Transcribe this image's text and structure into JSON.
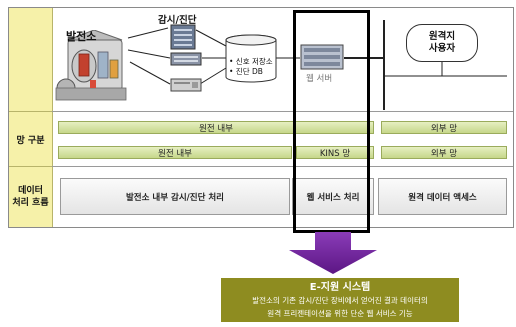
{
  "diagram": {
    "top_section": {
      "plant_label": "발전소",
      "monitor_label": "감시/진단",
      "db_label_line1": "• 신호 저장소",
      "db_label_line2": "• 진단 DB",
      "web_server_label": "웹 서버",
      "remote_user_line1": "원격지",
      "remote_user_line2": "사용자"
    },
    "network_section": {
      "row_label": "망 구분",
      "row1": {
        "internal": "원전 내부",
        "external": "외부 망"
      },
      "row2": {
        "internal": "원전 내부",
        "kins": "KINS 망",
        "external": "외부 망"
      }
    },
    "flow_section": {
      "row_label_line1": "데이터",
      "row_label_line2": "처리 흐름",
      "box1": "발전소 내부 감시/진단 처리",
      "box2": "웹 서비스 처리",
      "box3": "원격 데이터 액세스"
    },
    "callout": {
      "title": "E-지원 시스템",
      "line1": "발전소의 기존 감시/진단 장비에서 얻어진 결과 데이터의",
      "line2": "원격 프리젠테이션을 위한 단순 웹 서비스 기능"
    }
  },
  "colors": {
    "left_column": "#f6f1a9",
    "left_border": "#b8b46a",
    "olive_bar": "#d3e0a0",
    "callout_bg": "#8e8c20",
    "callout_text": "#ffffff",
    "arrow": "#6f2196",
    "highlight_border": "#000000"
  }
}
